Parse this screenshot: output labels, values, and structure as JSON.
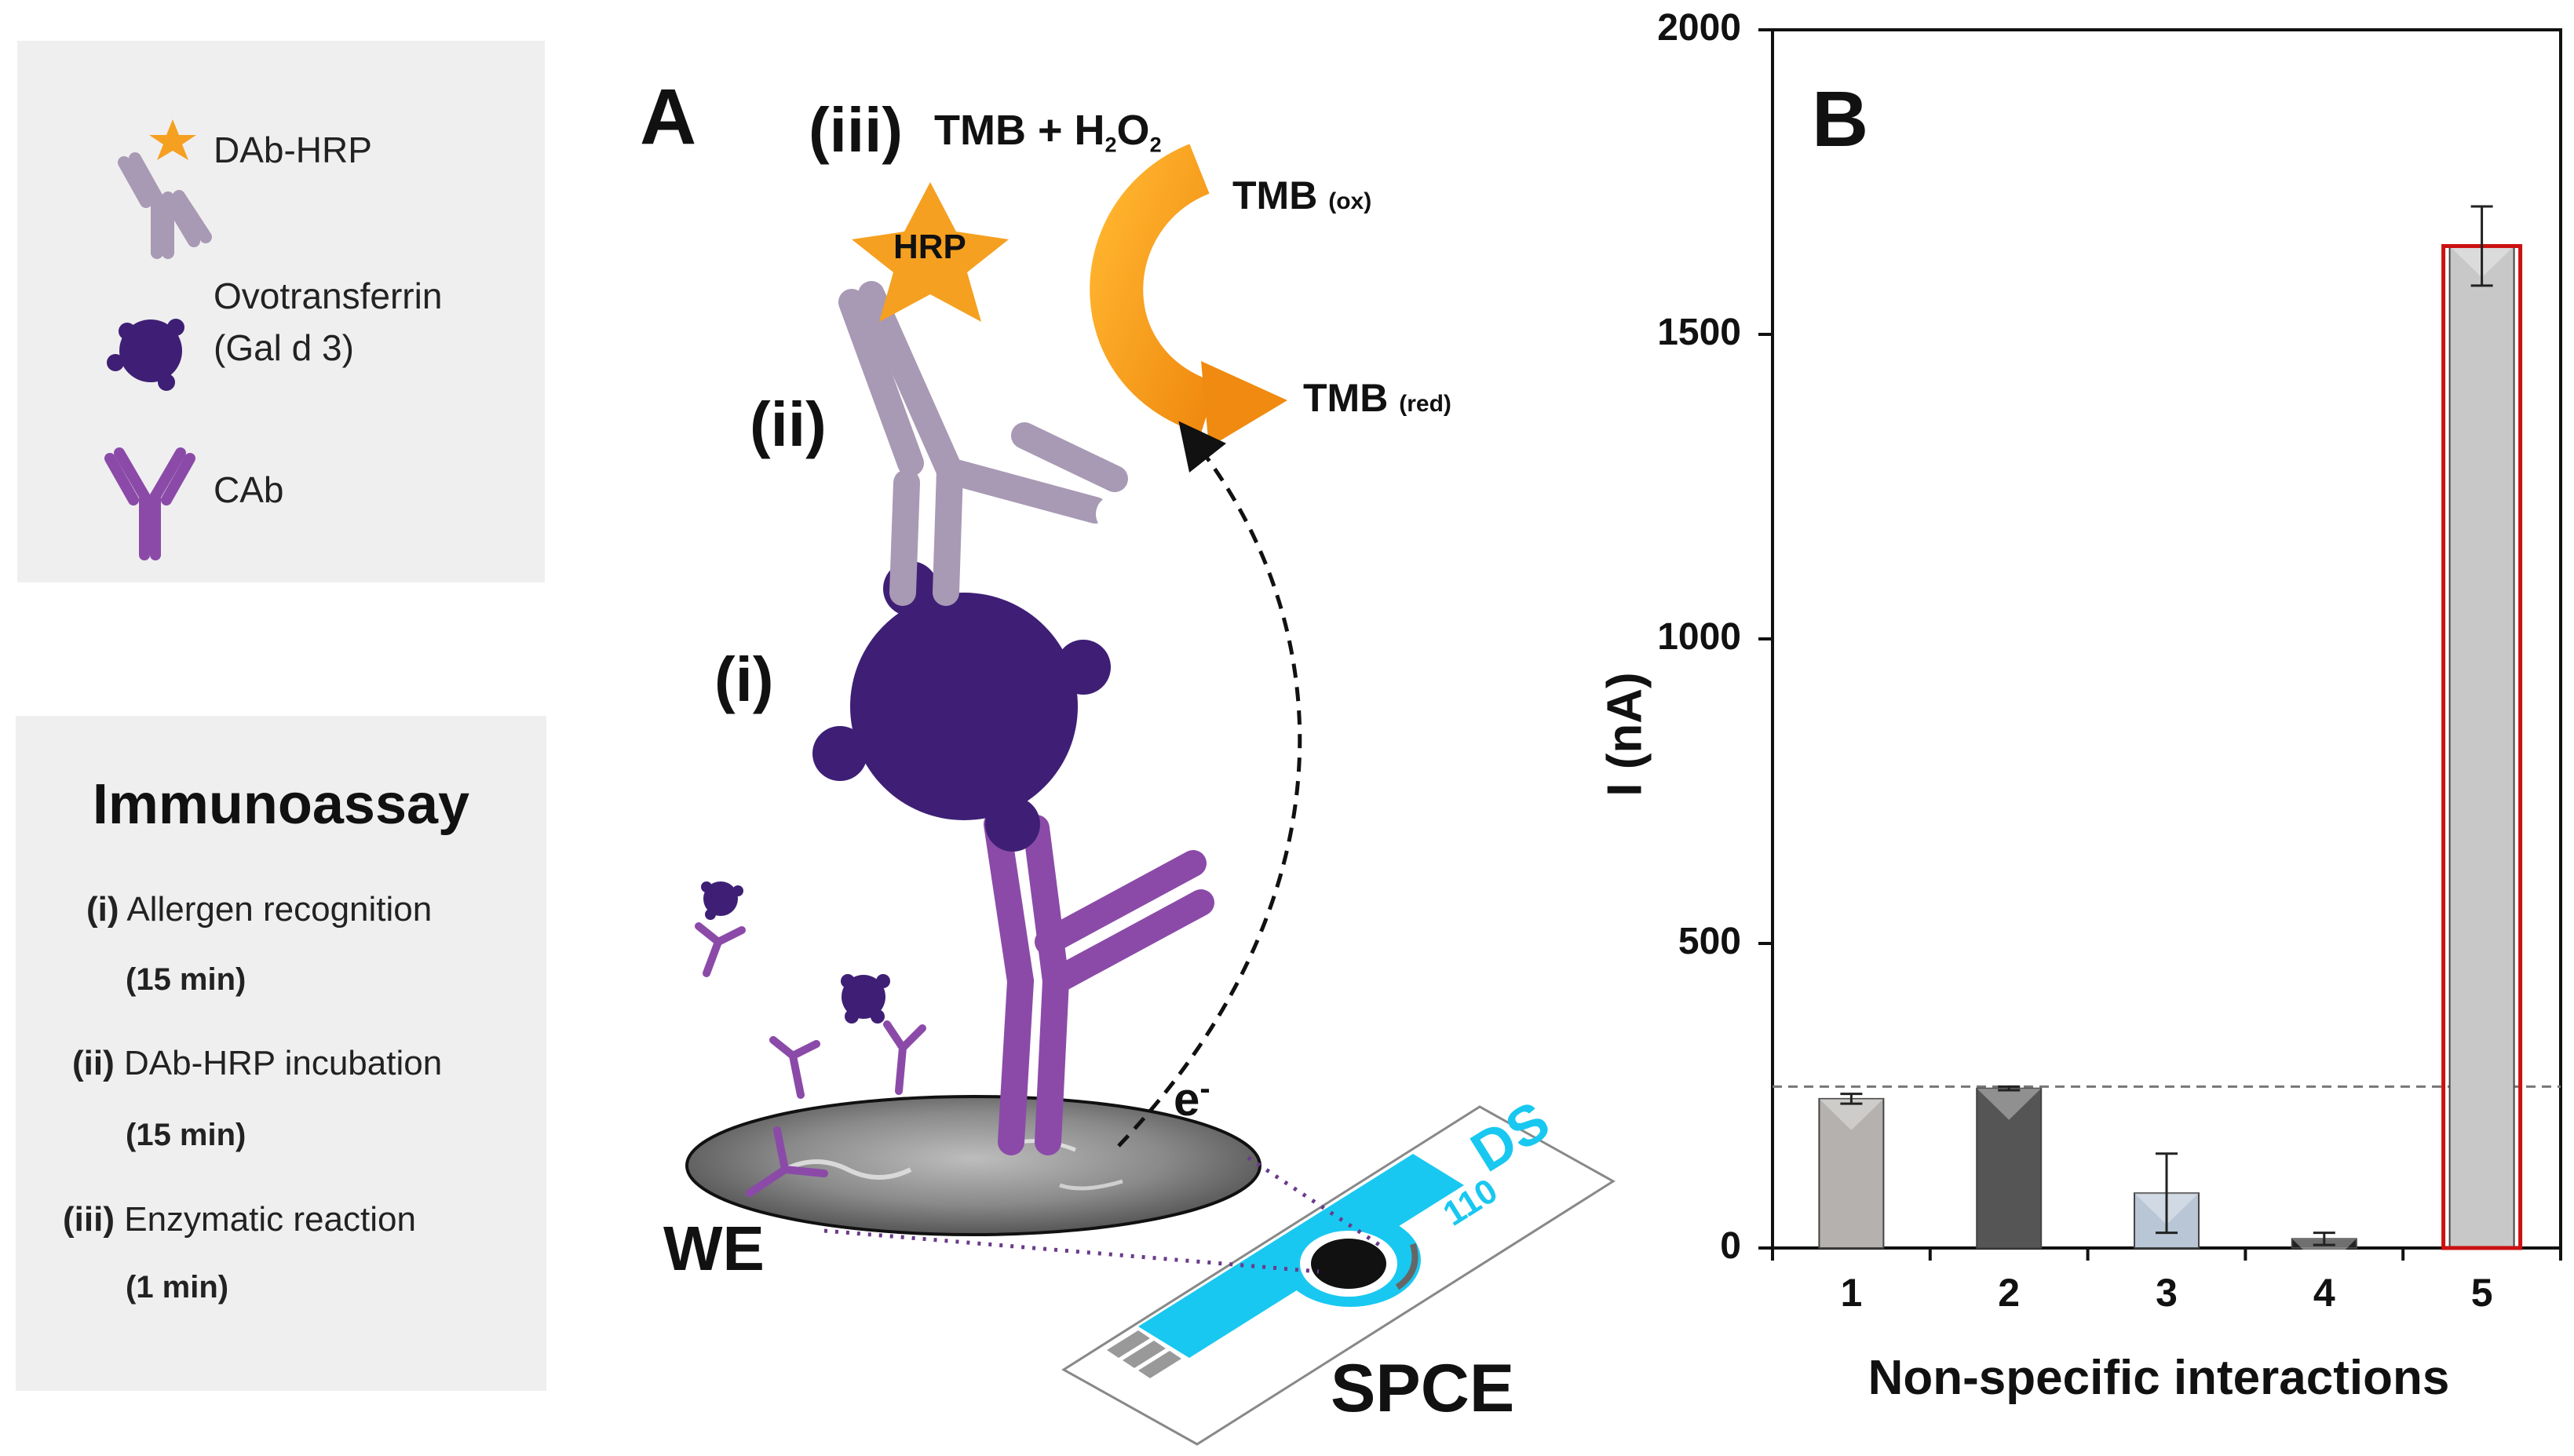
{
  "legend": {
    "items": [
      {
        "label": "DAb-HRP",
        "icon": "detection-antibody-hrp-icon"
      },
      {
        "label": "Ovotransferrin",
        "label2": "(Gal d 3)",
        "icon": "ovotransferrin-icon"
      },
      {
        "label": "CAb",
        "icon": "capture-antibody-icon"
      }
    ]
  },
  "immunoassay": {
    "title": "Immunoassay",
    "steps": [
      {
        "num": "(i)",
        "text": "Allergen recognition",
        "duration": "(15 min)"
      },
      {
        "num": "(ii)",
        "text": "DAb-HRP incubation",
        "duration": "(15 min)"
      },
      {
        "num": "(iii)",
        "text": "Enzymatic reaction",
        "duration": "(1 min)"
      }
    ]
  },
  "panel_a": {
    "letter": "A",
    "step_i": "(i)",
    "step_ii": "(ii)",
    "step_iii": "(iii)",
    "reaction_lead": "TMB + H",
    "reaction_sub1": "2",
    "reaction_o": "O",
    "reaction_sub2": "2",
    "hrp": "HRP",
    "tmb_ox": "TMB",
    "tmb_ox_sub": "(ox)",
    "tmb_red": "TMB",
    "tmb_red_sub": "(red)",
    "electron": "e",
    "electron_sup": "-",
    "we": "WE",
    "spce": "SPCE",
    "strip_brand": "DS",
    "strip_model": "110",
    "colors": {
      "antibody_purple": "#8b4aa8",
      "dab_grey": "#a899b4",
      "allergen": "#3e1f75",
      "tmb": "#f5a020",
      "spce_blue": "#19c8f0"
    }
  },
  "chart_data": {
    "type": "bar",
    "panel_letter": "B",
    "categories": [
      "1",
      "2",
      "3",
      "4",
      "5"
    ],
    "values": [
      245,
      262,
      90,
      15,
      1645
    ],
    "errors": [
      8,
      3,
      65,
      10,
      65
    ],
    "bar_colors": [
      "#b4b1ae",
      "#555555",
      "#b8c6d6",
      "#222222",
      "#c8c8c8"
    ],
    "highlight_bar": "5",
    "highlight_color": "#cc1111",
    "threshold": 265,
    "ylabel": "I (nA)",
    "xlabel": "Non-specific interactions",
    "ylim": [
      0,
      2000
    ],
    "yticks": [
      0,
      500,
      1000,
      1500,
      2000
    ],
    "grid": false
  }
}
